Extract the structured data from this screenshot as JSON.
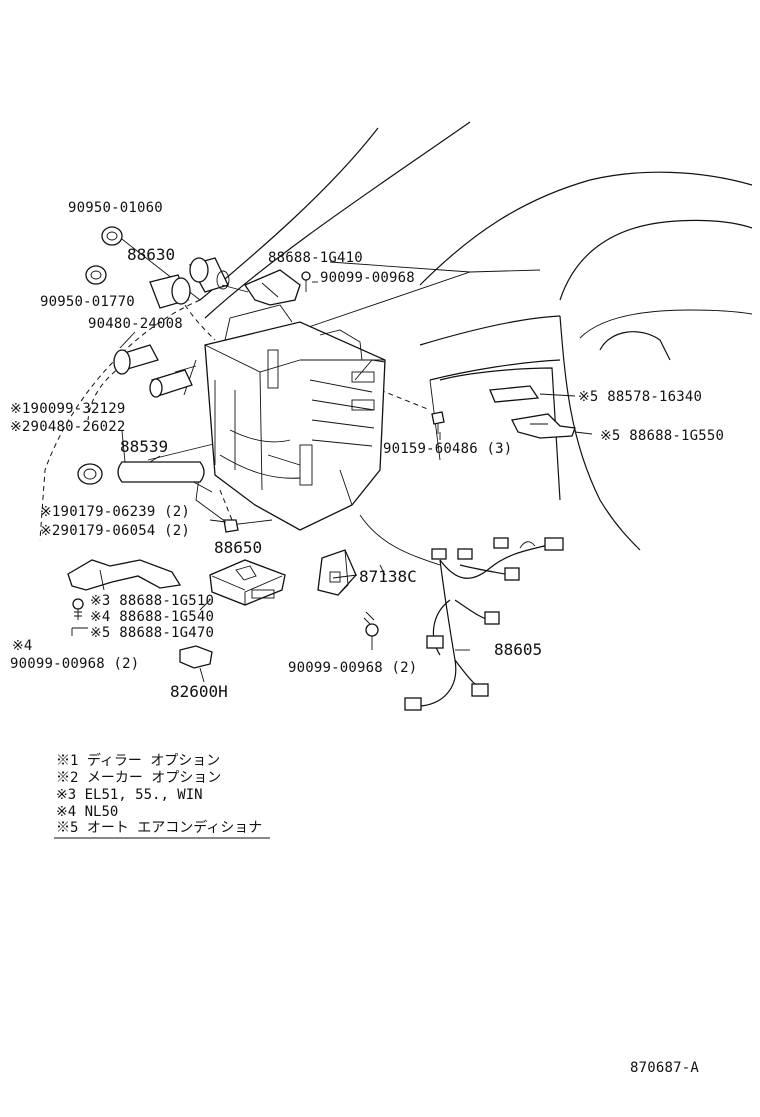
{
  "labels": {
    "p_90950_01060": "90950-01060",
    "p_88630": "88630",
    "p_90950_01770": "90950-01770",
    "p_90480_24008": "90480-24008",
    "p_88688_1g410": "88688-1G410",
    "p_90099_00968_top": "90099-00968",
    "p_1_90099_32129": "※190099-32129",
    "p_2_90480_26022": "※290480-26022",
    "p_88539": "88539",
    "p_5_88578_16340": "※5  88578-16340",
    "p_5_88688_1g550": "※5  88688-1G550",
    "p_90159_60486": "90159-60486 (3)",
    "p_1_90179_06239": "※190179-06239 (2)",
    "p_2_90179_06054": "※290179-06054 (2)",
    "p_88650": "88650",
    "p_87138c": "87138C",
    "p_3_88688_1g510": "※3 88688-1G510",
    "p_4_88688_1g540": "※4 88688-1G540",
    "p_5_88688_1g470": "※5 88688-1G470",
    "p_note4": "※4",
    "p_90099_00968_left": "90099-00968 (2)",
    "p_82600h": "82600H",
    "p_90099_00968_bottom": "90099-00968 (2)",
    "p_88605": "88605"
  },
  "notes": [
    "※1 ディラー オプション",
    "※2 メーカー オプション",
    "※3 EL51, 55., WIN",
    "※4 NL50",
    "※5 オート エアコンディショナ"
  ],
  "figure_id": "870687-A"
}
